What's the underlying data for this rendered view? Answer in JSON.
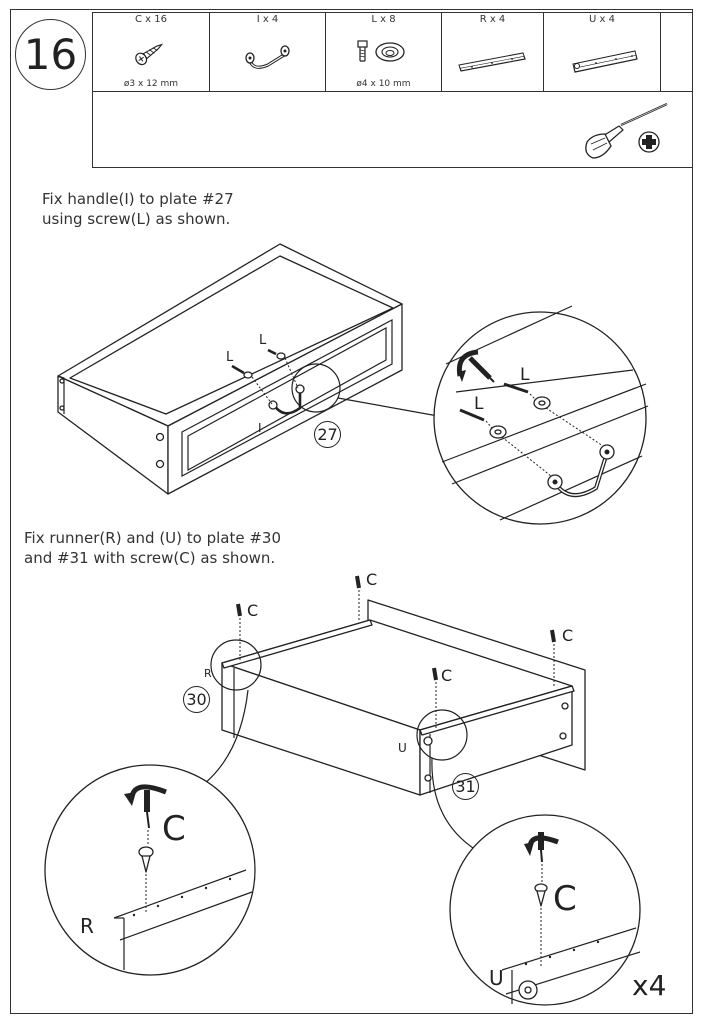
{
  "step": {
    "number": "16"
  },
  "parts": [
    {
      "qty": "C x 16",
      "size": "ø3 x 12 mm",
      "icon": "wood-screw-icon"
    },
    {
      "qty": "I x 4",
      "size": "",
      "icon": "drawer-handle-icon"
    },
    {
      "qty": "L x 8",
      "size": "ø4 x 10 mm",
      "icon": "bolt-washer-icon"
    },
    {
      "qty": "R x 4",
      "size": "",
      "icon": "runner-rail-icon"
    },
    {
      "qty": "U x 4",
      "size": "",
      "icon": "runner-rail-icon"
    }
  ],
  "tools": {
    "icon": "phillips-screwdriver-icon"
  },
  "instructions": {
    "handle_line1": "Fix handle(I) to plate #27",
    "handle_line2": "using screw(L) as shown.",
    "runner_line1": "Fix runner(R) and (U) to plate #30",
    "runner_line2": "and #31 with screw(C) as shown."
  },
  "labels": {
    "screw_l": "L",
    "handle_i": "I",
    "plate_27": "27",
    "screw_c": "C",
    "runner_r": "R",
    "runner_u": "U",
    "plate_30": "30",
    "plate_31": "31",
    "repeat": "x4"
  }
}
